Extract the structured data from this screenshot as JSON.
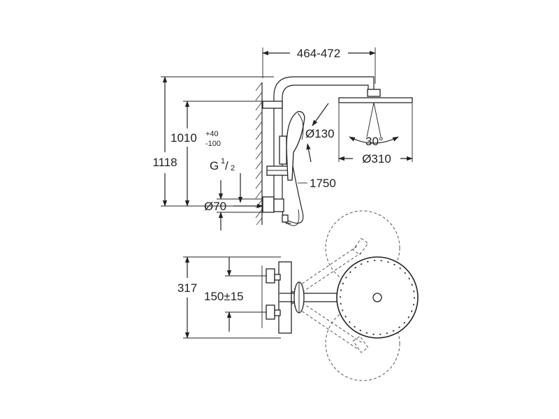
{
  "dimensions": {
    "width_arm": "464-472",
    "overall_height": "1118",
    "adjust_height": "1010",
    "adjust_plus": "+40",
    "adjust_minus": "-100",
    "thread_g": "G",
    "thread_num": "1",
    "thread_den": "2",
    "diameter_70": "Ø70",
    "diameter_130": "Ø130",
    "angle_30": "30°",
    "diameter_310": "Ø310",
    "hose_1750": "1750",
    "depth_317": "317",
    "spacing": "150±15"
  }
}
